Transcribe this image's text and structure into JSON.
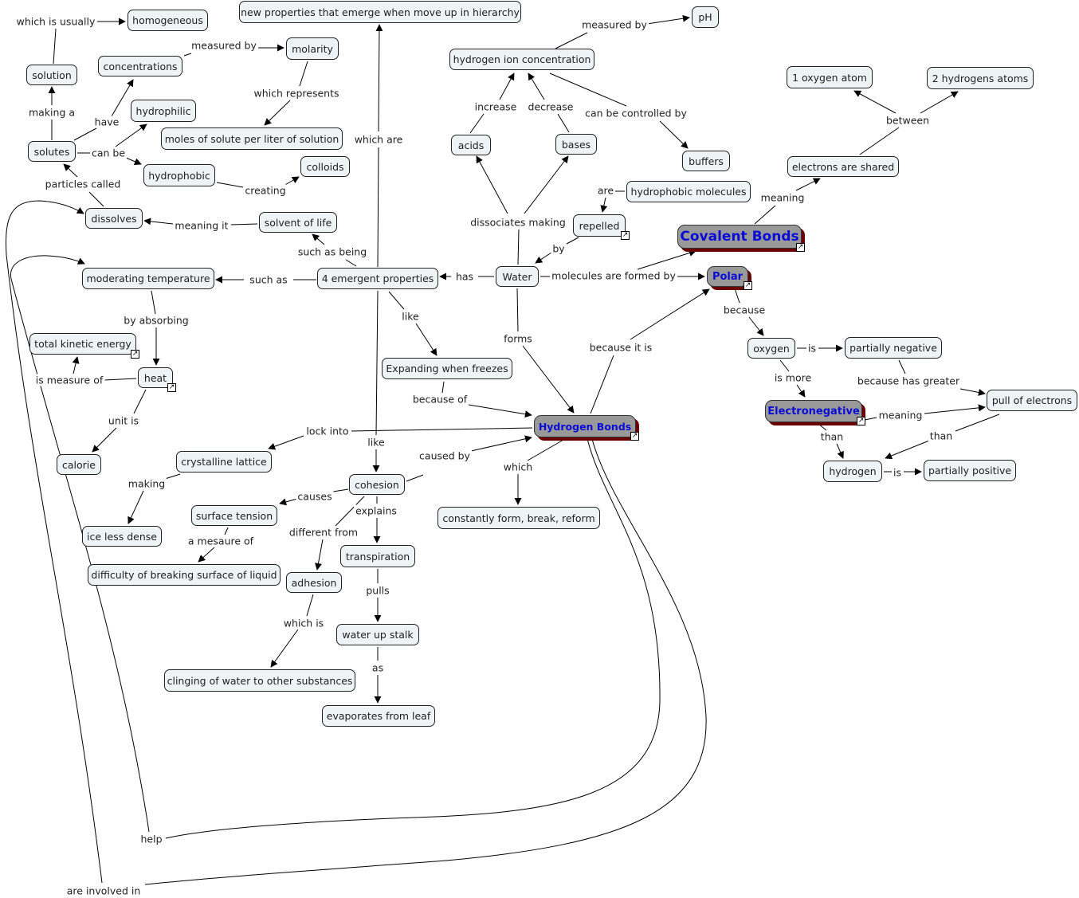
{
  "concept_map": {
    "nodes": {
      "homogeneous": "homogeneous",
      "new_properties": "new properties that emerge when move up in hierarchy",
      "pH": "pH",
      "solution": "solution",
      "concentrations": "concentrations",
      "molarity": "molarity",
      "hydrogen_ion": "hydrogen ion concentration",
      "oxygen_atom": "1 oxygen atom",
      "hydrogens_atoms": "2 hydrogens atoms",
      "hydrophilic": "hydrophilic",
      "moles": "moles of solute per liter of solution",
      "solutes": "solutes",
      "acids": "acids",
      "bases": "bases",
      "buffers": "buffers",
      "colloids": "colloids",
      "hydrophobic": "hydrophobic",
      "electrons_shared": "electrons are shared",
      "hydrophobic_molecules": "hydrophobic molecules",
      "dissolves": "dissolves",
      "solvent": "solvent of life",
      "repelled": "repelled",
      "covalent": "Covalent Bonds",
      "moderating": "moderating temperature",
      "emergent": "4 emergent properties",
      "water": "Water",
      "polar": "Polar",
      "total_kinetic": "total kinetic energy",
      "oxygen": "oxygen",
      "partially_negative": "partially negative",
      "expanding": "Expanding when freezes",
      "heat": "heat",
      "pull_electrons": "pull of electrons",
      "electronegative": "Electronegative",
      "hydrogen_bonds": "Hydrogen Bonds",
      "crystalline": "crystalline lattice",
      "calorie": "calorie",
      "hydrogen": "hydrogen",
      "partially_positive": "partially positive",
      "cohesion": "cohesion",
      "surface_tension": "surface tension",
      "constantly": "constantly form, break, reform",
      "ice_less_dense": "ice less dense",
      "transpiration": "transpiration",
      "difficulty": "difficulty of breaking surface of liquid",
      "adhesion": "adhesion",
      "water_up_stalk": "water up stalk",
      "clinging": "clinging of water to other substances",
      "evaporates": "evaporates from leaf"
    },
    "links": {
      "which_is_usually": "which is usually",
      "measured_by_1": "measured by",
      "measured_by_2": "measured by",
      "which_represents": "which represents",
      "making_a": "making a",
      "have": "have",
      "can_be": "can be",
      "particles_called": "particles called",
      "creating": "creating",
      "which_are": "which are",
      "increase": "increase",
      "decrease": "decrease",
      "can_be_controlled_by": "can be controlled by",
      "between": "between",
      "meaning_cov": "meaning",
      "are": "are",
      "dissociates_making": "dissociates making",
      "meaning_it": "meaning it",
      "such_as_being": "such as being",
      "by": "by",
      "such_as": "such as",
      "has": "has",
      "molecules_formed_by": "molecules are formed by",
      "because": "because",
      "by_absorbing": "by absorbing",
      "like_1": "like",
      "forms": "forms",
      "because_it_is": "because it is",
      "is_1": "is",
      "is_measure_of": "is measure of",
      "is_more": "is more",
      "because_has_greater": "because has greater",
      "because_of": "because of",
      "meaning_el": "meaning",
      "unit_is": "unit is",
      "lock_into": "lock into",
      "like_2": "like",
      "than_1": "than",
      "than_2": "than",
      "caused_by": "caused by",
      "which": "which",
      "is_2": "is",
      "making": "making",
      "causes": "causes",
      "explains": "explains",
      "different_from": "different from",
      "a_mesaure_of": "a mesaure of",
      "pulls": "pulls",
      "which_is": "which is",
      "as": "as",
      "help": "help",
      "are_involved_in": "are involved in"
    },
    "resource_icon": "↗",
    "colors": {
      "node_fill": "#eef3f5",
      "key_fill": "#999999",
      "key_text": "#0b0bd6",
      "key_shadow": "#6a0000"
    }
  }
}
